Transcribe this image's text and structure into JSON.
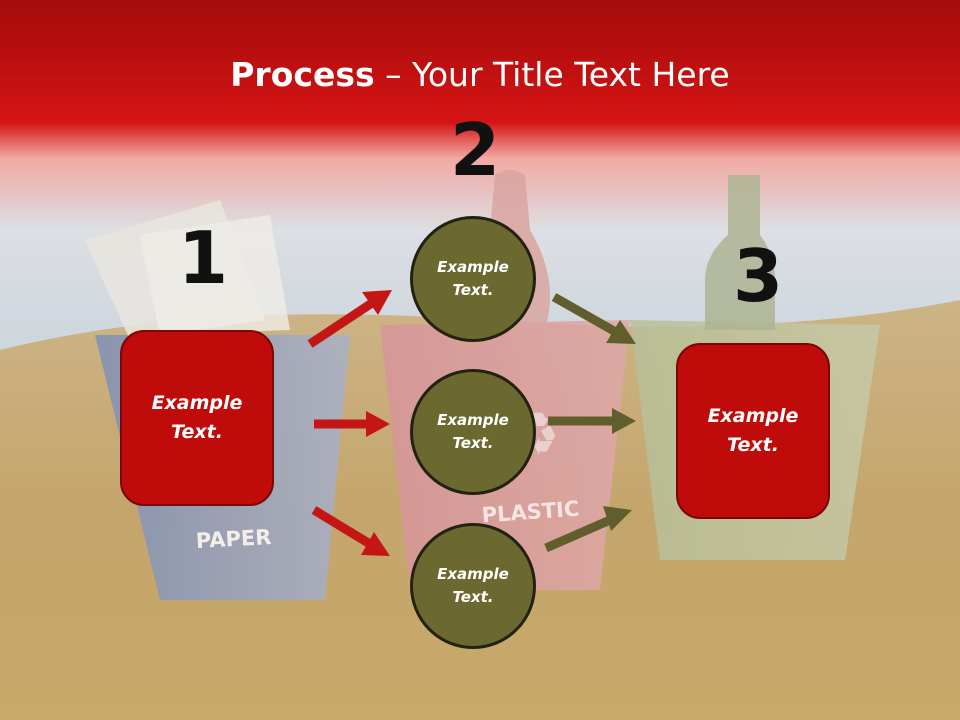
{
  "slide": {
    "title_bold": "Process",
    "title_rest": " – Your Title Text Here",
    "colors": {
      "header_red": "#c40e0e",
      "box_red": "#c00b0b",
      "circle_olive": "#6b6830",
      "arrow_red": "#c51616",
      "arrow_olive": "#5f5e2c"
    }
  },
  "steps": {
    "one": {
      "number": "1",
      "text": "Example\nText."
    },
    "two": {
      "number": "2"
    },
    "three": {
      "number": "3",
      "text": "Example\nText."
    }
  },
  "circles": [
    {
      "text": "Example\nText."
    },
    {
      "text": "Example\nText."
    },
    {
      "text": "Example\nText."
    }
  ],
  "background": {
    "bins": [
      {
        "label": "PAPER"
      },
      {
        "label": "PLASTIC"
      }
    ]
  }
}
